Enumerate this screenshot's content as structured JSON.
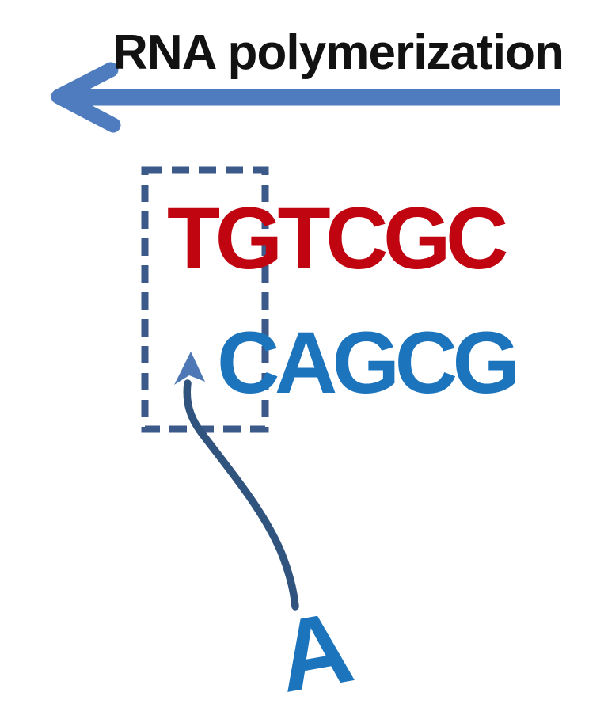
{
  "figure": {
    "title": "RNA polymerization",
    "strands": {
      "template_dna": "TGTCGC",
      "nascent_rna": "CAGCG",
      "incoming_nucleotide": "A"
    },
    "icons": [
      {
        "name": "polymerization-direction-arrow",
        "glyph": "thick-left-arrow"
      },
      {
        "name": "active-site-box",
        "glyph": "dashed-rectangle"
      },
      {
        "name": "nucleotide-insertion-arrow",
        "glyph": "curved-up-arrow"
      }
    ],
    "colors": {
      "direction_arrow_blue": "#4E7CBE",
      "title_text": "#121212",
      "template_dna_red": "#C00511",
      "nascent_rna_blue": "#1B74BC",
      "active_site_box_blue": "#3B5A89",
      "insertion_arrow_shaft": "#31547E",
      "insertion_arrowhead": "#4E78B5",
      "background": "#FFFFFF"
    }
  }
}
